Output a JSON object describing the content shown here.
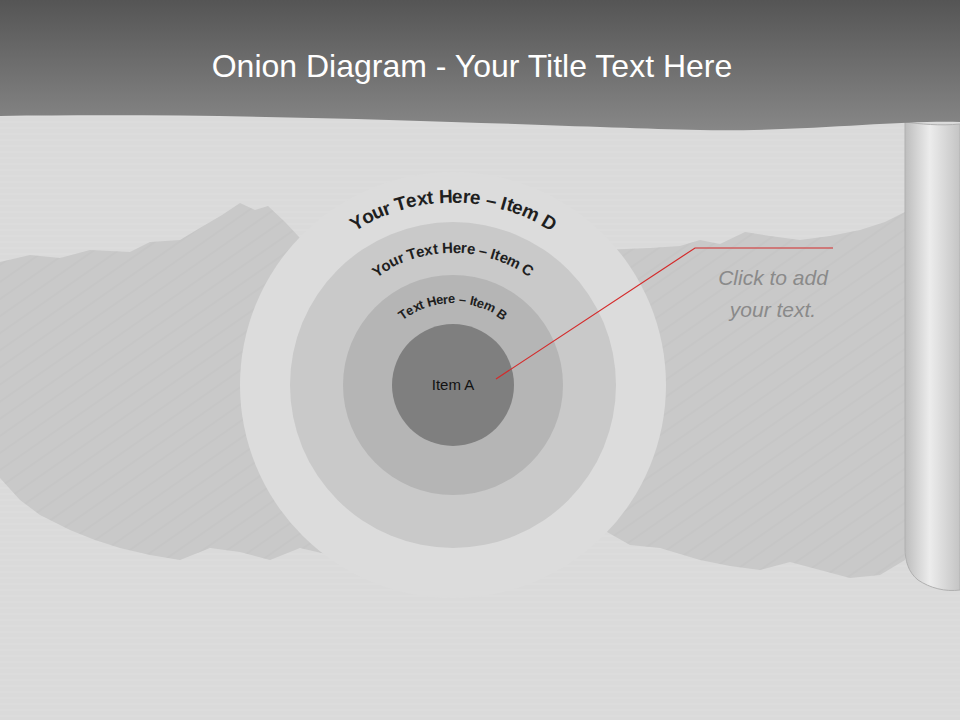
{
  "diagram": {
    "title": "Onion Diagram - Your Title Text Here",
    "nodes": [
      {
        "text": [
          "Your Text Here – Item D"
        ]
      },
      {
        "text": [
          "Your Text Here – Item C"
        ],
        "in": 0
      },
      {
        "text": [
          "Text Here – Item B"
        ],
        "in": 1
      },
      {
        "text": [
          "Item A"
        ],
        "in": 2
      }
    ],
    "labels": [
      "Click to add your text."
    ]
  }
}
